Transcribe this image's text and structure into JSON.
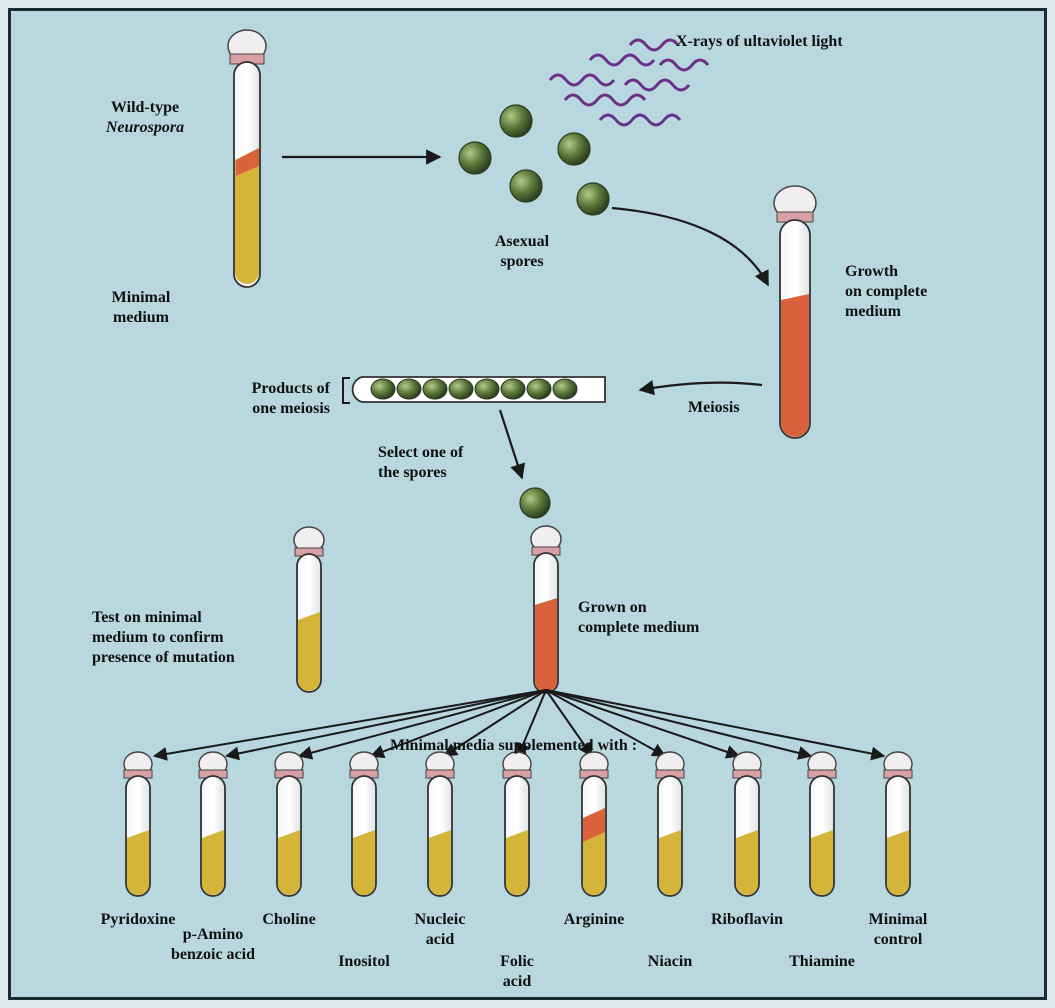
{
  "top": {
    "wild_type_line1": "Wild-type",
    "wild_type_line2": "Neurospora",
    "minimal_medium_line1": "Minimal",
    "minimal_medium_line2": "medium",
    "xray_label": "X-rays of ultaviolet light",
    "asexual_line1": "Asexual",
    "asexual_line2": "spores",
    "growth_line1": "Growth",
    "growth_line2": "on complete",
    "growth_line3": "medium",
    "meiosis_label": "Meiosis",
    "products_line1": "Products of",
    "products_line2": "one meiosis",
    "select_line1": "Select one of",
    "select_line2": "the spores",
    "test_line1": "Test on minimal",
    "test_line2": "medium to confirm",
    "test_line3": "presence of mutation",
    "grown_line1": "Grown on",
    "grown_line2": "complete medium",
    "supplemented_label": "Minimal media supplemented with :"
  },
  "tubes": [
    {
      "line1": "Pyridoxine",
      "line2": "",
      "growth": false
    },
    {
      "line1": "p-Amino",
      "line2": "benzoic acid",
      "growth": false
    },
    {
      "line1": "Choline",
      "line2": "",
      "growth": false
    },
    {
      "line1": "Inositol",
      "line2": "",
      "growth": false
    },
    {
      "line1": "Nucleic",
      "line2": "acid",
      "growth": false
    },
    {
      "line1": "Folic",
      "line2": "acid",
      "growth": false
    },
    {
      "line1": "Arginine",
      "line2": "",
      "growth": true
    },
    {
      "line1": "Niacin",
      "line2": "",
      "growth": false
    },
    {
      "line1": "Riboflavin",
      "line2": "",
      "growth": false
    },
    {
      "line1": "Thiamine",
      "line2": "",
      "growth": false
    },
    {
      "line1": "Minimal",
      "line2": "control",
      "growth": false
    }
  ],
  "colors": {
    "panel": "#b8d7df",
    "medium_yellow": "#d4b53a",
    "growth_orange": "#d9623a",
    "spore_green": "#5d7a3b"
  }
}
